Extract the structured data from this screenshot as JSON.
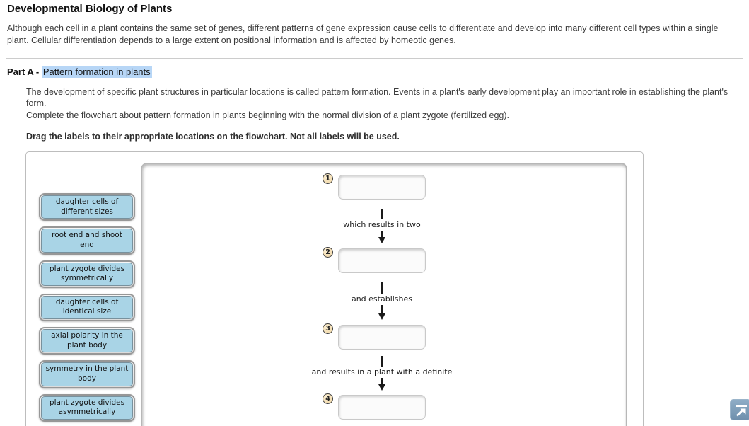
{
  "page": {
    "title": "Developmental Biology of Plants",
    "intro": "Although each cell in a plant contains the same set of genes, different patterns of gene expression cause cells to differentiate and develop into many different cell types within a single plant. Cellular differentiation depends to a large extent on positional information and is affected by homeotic genes."
  },
  "part_a": {
    "label": "Part A - ",
    "highlighted_title": "Pattern formation in plants",
    "description_line_1": "The development of specific plant structures in particular locations is called pattern formation. Events in a plant's early development play an important role in establishing the plant's form.",
    "description_line_2": "Complete the flowchart about pattern formation in plants beginning with the normal division of a plant zygote (fertilized egg).",
    "instruction": "Drag the labels to their appropriate locations on the flowchart. Not all labels will be used."
  },
  "drag_labels": [
    "daughter cells of different sizes",
    "root end and shoot end",
    "plant zygote divides symmetrically",
    "daughter cells of identical size",
    "axial polarity in the plant body",
    "symmetry in the plant body",
    "plant zygote divides asymmetrically"
  ],
  "flowchart": {
    "steps": [
      {
        "number": "1",
        "value": ""
      },
      {
        "number": "2",
        "value": ""
      },
      {
        "number": "3",
        "value": ""
      },
      {
        "number": "4",
        "value": ""
      }
    ],
    "connectors": [
      "which results in two",
      "and establishes",
      "and results in a plant with a definite"
    ]
  },
  "icons": {
    "scroll_top_icon": "arrow-up-right-to-top"
  },
  "colors": {
    "highlight_blue": "#b7d6f6",
    "label_fill_blue": "#a9d4e6",
    "step_badge_tan": "#f2ddb4",
    "scroll_icon_blue": "#7d9dbb"
  }
}
